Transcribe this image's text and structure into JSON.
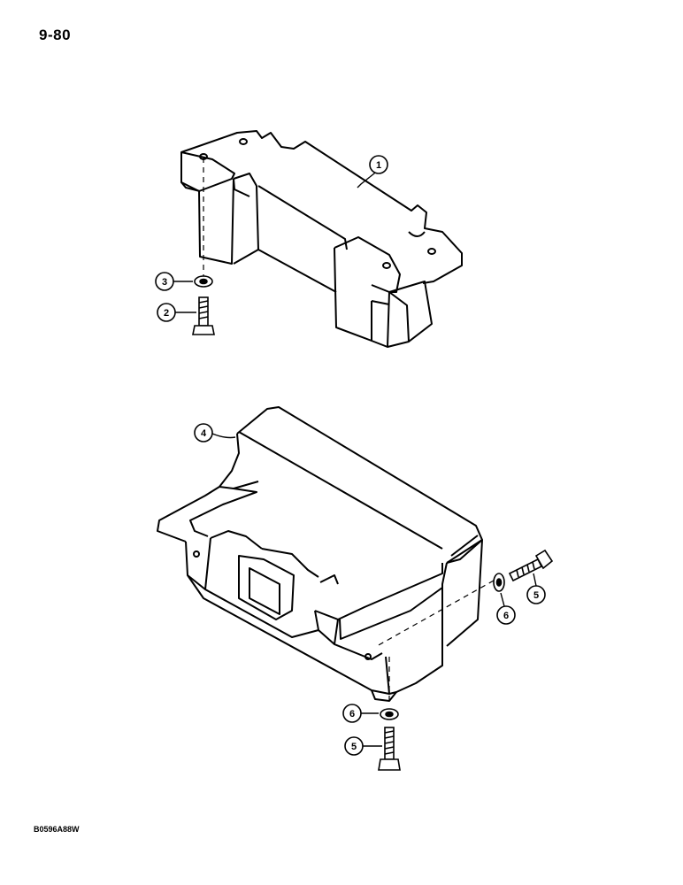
{
  "page": {
    "number": "9-80",
    "drawing_code": "B0596A88W"
  },
  "callouts": [
    {
      "id": "c1a",
      "label": "1"
    },
    {
      "id": "c3",
      "label": "3"
    },
    {
      "id": "c2",
      "label": "2"
    },
    {
      "id": "c4",
      "label": "4"
    },
    {
      "id": "c5a",
      "label": "5"
    },
    {
      "id": "c6a",
      "label": "6"
    },
    {
      "id": "c6b",
      "label": "6"
    },
    {
      "id": "c5b",
      "label": "5"
    }
  ]
}
